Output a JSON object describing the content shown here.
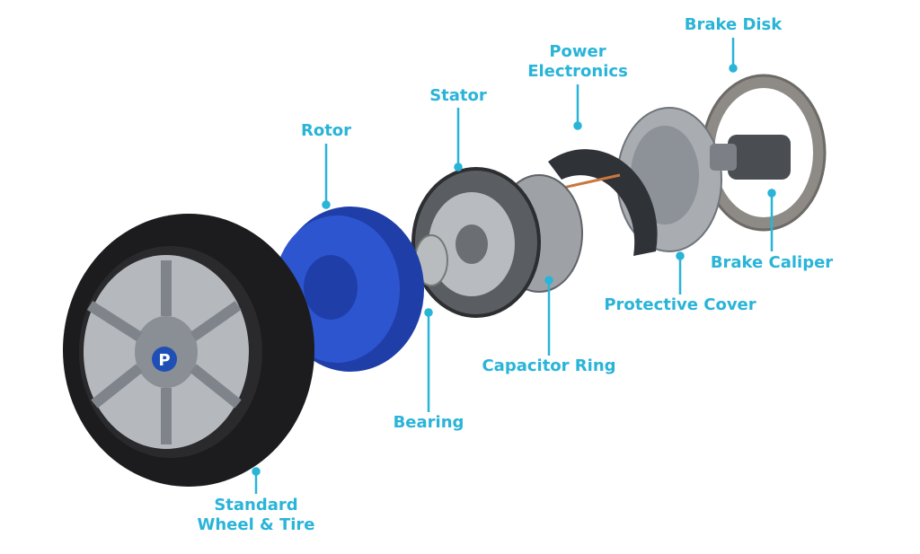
{
  "accent_color": "#29b4d8",
  "labels": {
    "brake_disk": "Brake Disk",
    "power_electronics_1": "Power",
    "power_electronics_2": "Electronics",
    "stator": "Stator",
    "rotor": "Rotor",
    "brake_caliper": "Brake Caliper",
    "protective_cover": "Protective Cover",
    "capacitor_ring": "Capacitor Ring",
    "bearing": "Bearing",
    "wheel_1": "Standard",
    "wheel_2": "Wheel & Tire"
  },
  "hub_logo": "P"
}
